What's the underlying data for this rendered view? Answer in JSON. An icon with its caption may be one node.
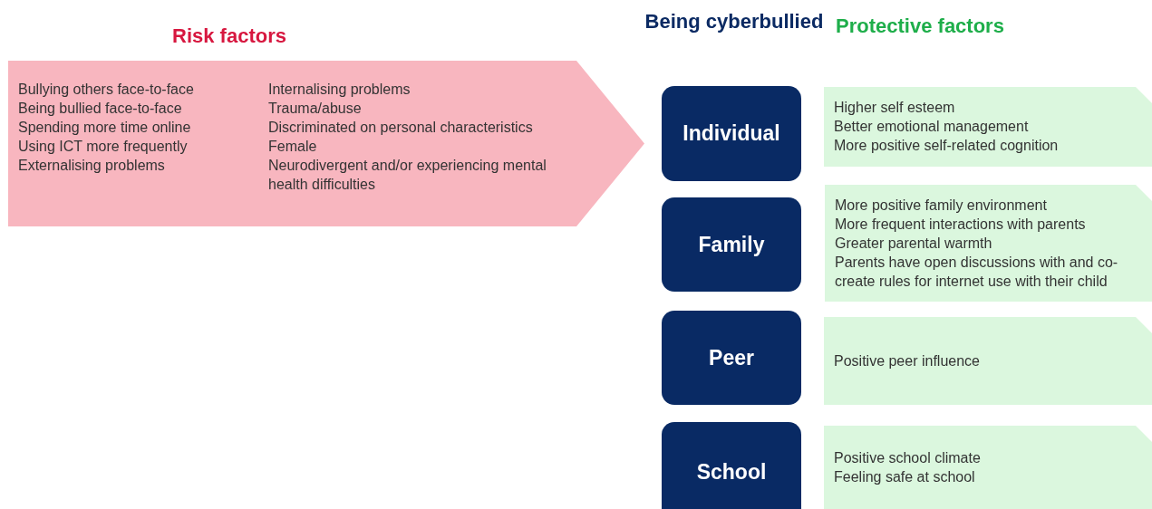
{
  "diagram": {
    "nodes": [
      {
        "text": [
          "Bullying others face-to-face",
          "Being bullied face-to-face",
          "Spending more time online",
          "Using ICT more frequently",
          "Externalising problems",
          "Internalising problems",
          "Trauma/abuse",
          "Discriminated on personal characteristics",
          "Female",
          "Neurodivergent and/or experiencing mental health difficulties"
        ]
      },
      {
        "text": [
          "Individual"
        ]
      },
      {
        "text": [
          "Family"
        ]
      },
      {
        "text": [
          "Peer"
        ]
      },
      {
        "text": [
          "School"
        ]
      },
      {
        "text": [
          "Higher self esteem",
          "Better emotional management",
          "More positive self-related cognition"
        ]
      },
      {
        "text": [
          "More positive family environment",
          "More frequent interactions with parents",
          "Greater parental warmth",
          "Parents have open discussions with and co-create rules for internet use with their child"
        ]
      },
      {
        "text": [
          "Positive peer influence"
        ]
      },
      {
        "text": [
          "Positive school climate",
          "Feeling safe at school"
        ]
      }
    ],
    "labels": [
      "Risk factors",
      "Being cyberbullied",
      "Protective factors"
    ]
  }
}
